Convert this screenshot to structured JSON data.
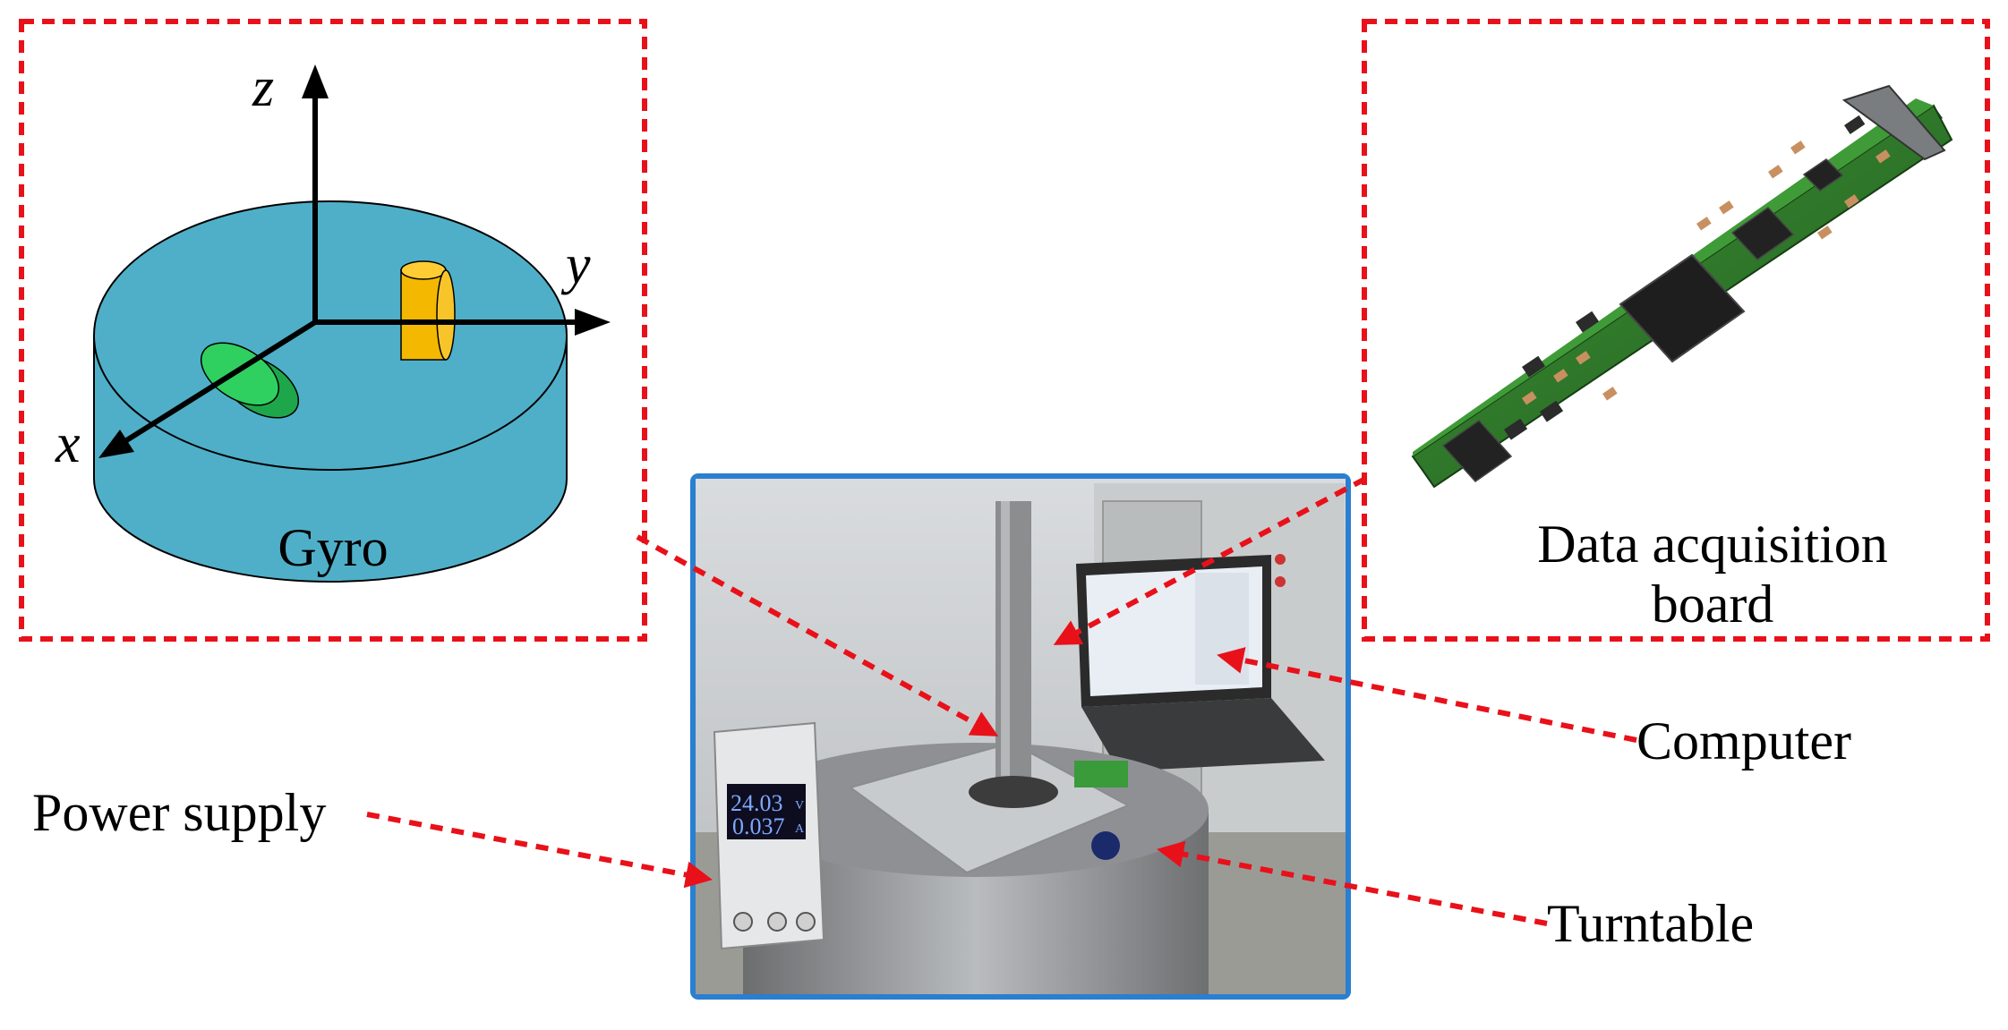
{
  "labels": {
    "gyro": "Gyro",
    "board_line1": "Data acquisition",
    "board_line2": "board",
    "computer": "Computer",
    "power_supply": "Power supply",
    "turntable": "Turntable"
  },
  "axes": {
    "x": "x",
    "y": "y",
    "z": "z"
  },
  "display": {
    "voltage": "24.03",
    "voltage_unit": "V",
    "current": "0.037",
    "current_unit": "A"
  },
  "colors": {
    "dashed_frame": "#e8111a",
    "gyro_body": "#4fafc8",
    "green_sensor": "#22c55e",
    "yellow_sensor": "#f5b800",
    "photo_border": "#2a7fd0",
    "pcb_green": "#2f7d2a"
  }
}
